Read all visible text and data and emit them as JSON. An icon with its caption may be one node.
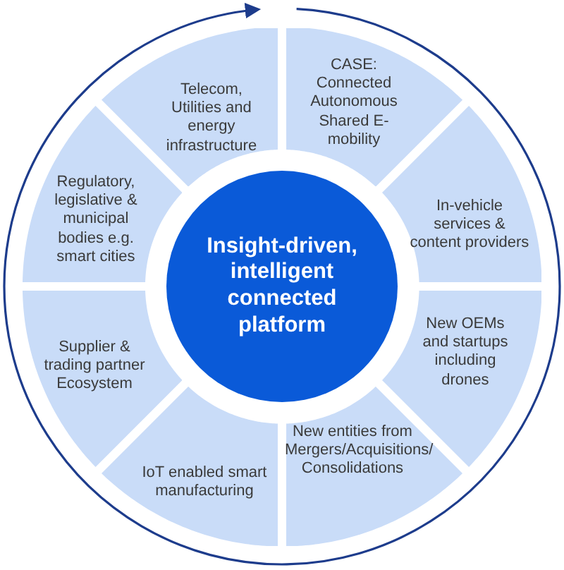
{
  "diagram": {
    "nodes": [
      {
        "text": [
          "Insight-driven, intelligent connected platform"
        ]
      },
      {
        "text": [
          "Telecom, Utilities and energy infrastructure"
        ]
      },
      {
        "text": [
          "CASE: Connected Autonomous Shared E-mobility"
        ]
      },
      {
        "text": [
          "In-vehicle services & content providers"
        ]
      },
      {
        "text": [
          "New OEMs and startups including drones"
        ]
      },
      {
        "text": [
          "New entities from Mergers/Acquisitions/ Consolidations"
        ]
      },
      {
        "text": [
          "IoT enabled smart manufacturing"
        ]
      },
      {
        "text": [
          "Supplier & trading partner Ecosystem"
        ]
      },
      {
        "text": [
          "Regulatory, legislative & municipal bodies e.g. smart cities"
        ]
      }
    ]
  }
}
